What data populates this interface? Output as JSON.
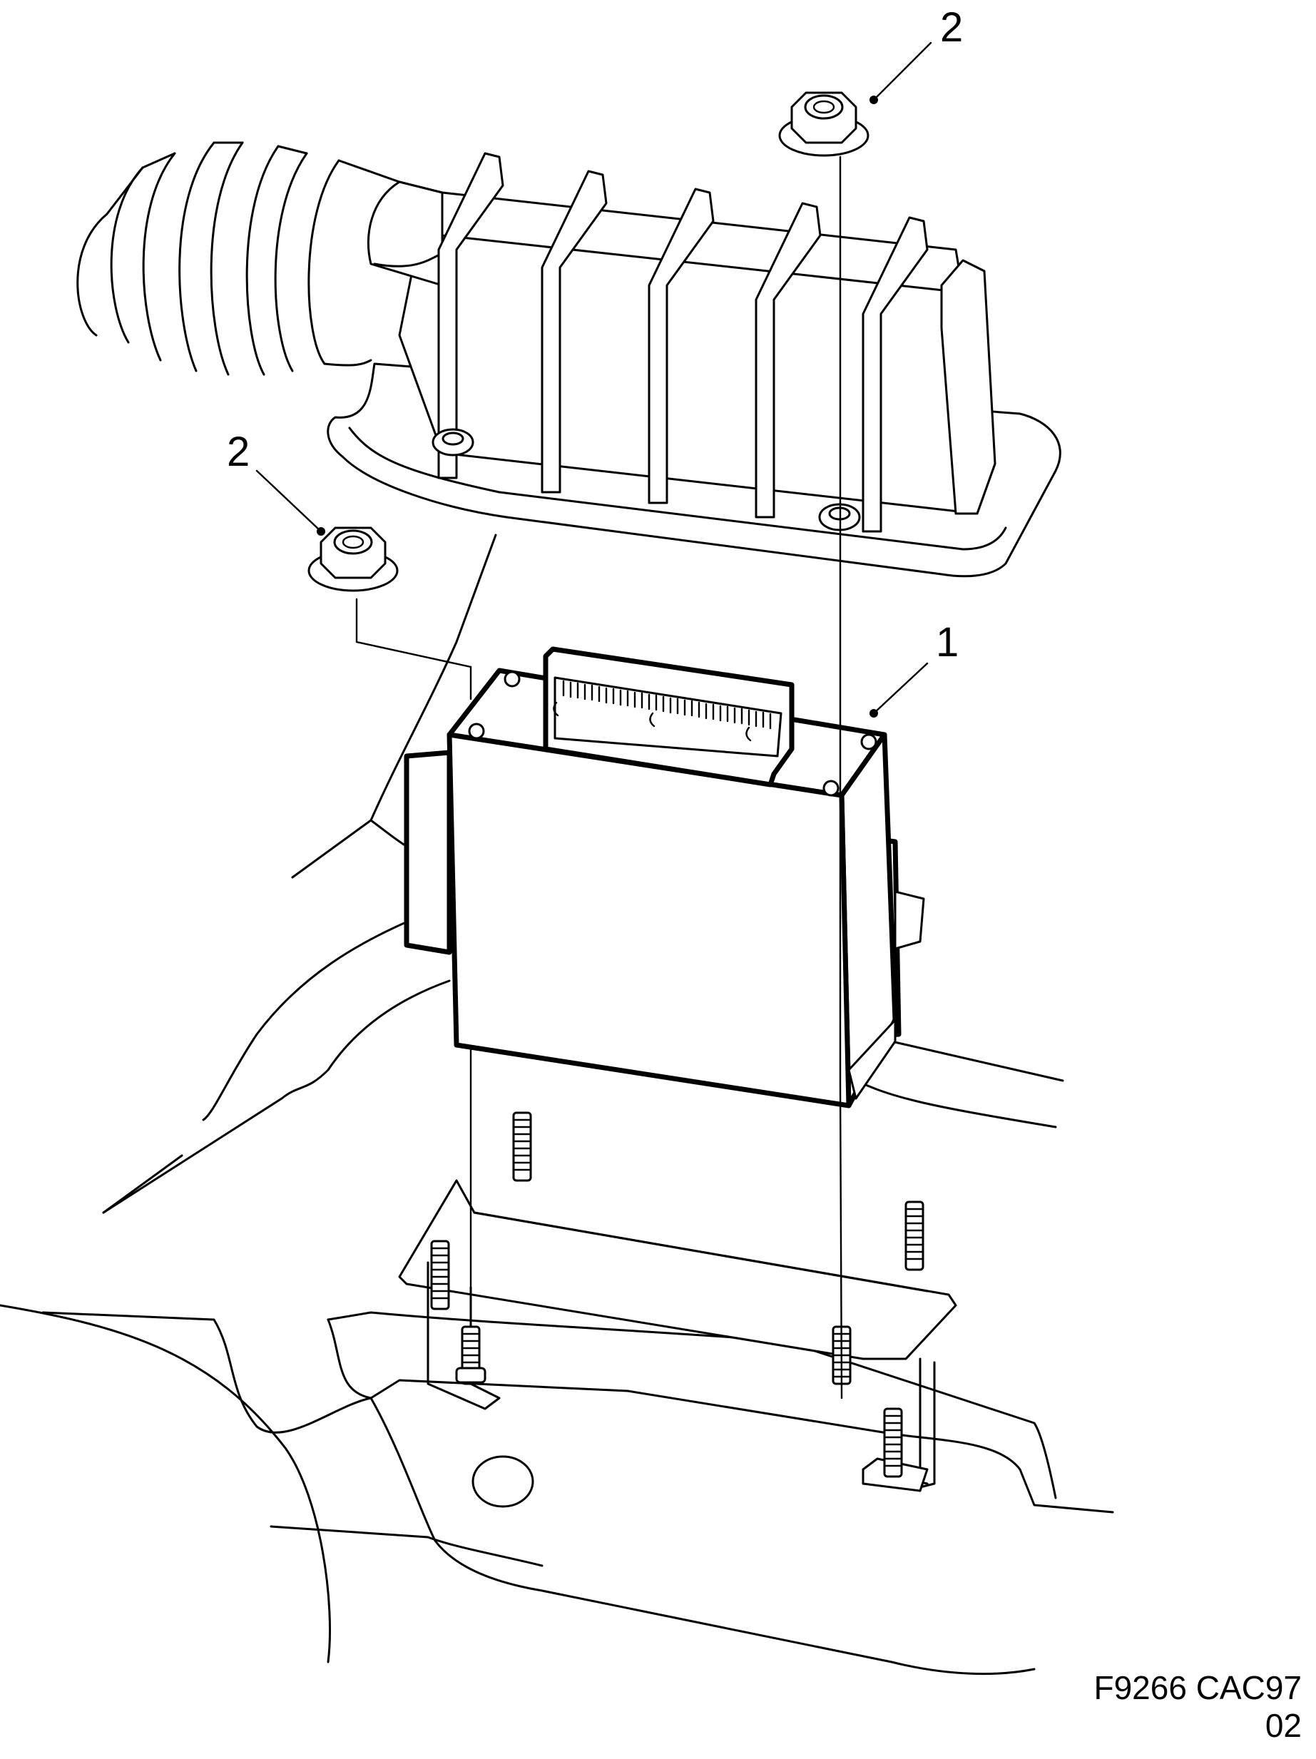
{
  "callouts": [
    {
      "id": "control-module",
      "number": "1"
    },
    {
      "id": "nut-upper",
      "number": "2"
    },
    {
      "id": "nut-left",
      "number": "2"
    }
  ],
  "reference": {
    "code": "F9266 CAC97",
    "revision": "02"
  },
  "colors": {
    "line": "#000000",
    "background": "#ffffff"
  }
}
